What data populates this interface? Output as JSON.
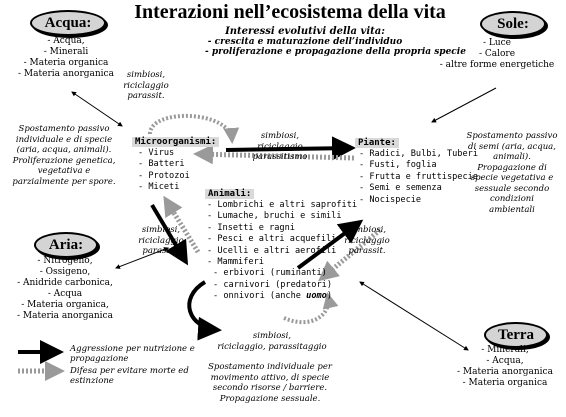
{
  "title": "Interazioni nell’ecosistema della vita",
  "subtitle": {
    "heading": "Interessi evolutivi della vita:",
    "lines": [
      "- crescita e maturazione dell’individuo",
      "- proliferazione e propagazione della propria specie"
    ]
  },
  "acqua": {
    "label": "Acqua:",
    "items": [
      "- Acqua,",
      "- Minerali",
      "- Materia organica",
      "- Materia anorganica"
    ]
  },
  "sole": {
    "label": "Sole:",
    "items": [
      "- Luce",
      "- Calore",
      "- altre forme energetiche"
    ]
  },
  "aria": {
    "label": "Aria:",
    "items": [
      "- Nitrogeno,",
      "- Ossigeno,",
      "- Anidride carbonica,",
      "- Acqua",
      "- Materia organica,",
      "- Materia anorganica"
    ]
  },
  "terra": {
    "label": "Terra",
    "items": [
      "- Minerali,",
      "- Acqua,",
      "- Materia anorganica",
      "- Materia organica"
    ]
  },
  "microrganismi": {
    "label": "Microorganismi:",
    "items": [
      "- Virus",
      "- Batteri",
      "- Protozoi",
      "- Miceti"
    ]
  },
  "piante": {
    "label": "Piante:",
    "items": [
      "- Radici, Bulbi, Tuberi",
      "- Fusti, foglia",
      "- Frutta e fruttispecie",
      "- Semi e semenza",
      "- Nocispecie"
    ]
  },
  "animali": {
    "label": "Animali:",
    "items": [
      "- Lombrichi e altri saprofiti",
      "- Lumache, bruchi e simili",
      "- Insetti e ragni",
      "- Pesci e altri acquefili",
      "- Ucelli e altri aerofili",
      "- Mammiferi",
      "- erbivori (ruminanti)",
      "- carnivori (predatori)",
      "- onnivori (anche "
    ],
    "uomo": "uomo",
    "close": ")"
  },
  "notes": {
    "simbiosi_top": [
      "simbiosi,",
      "riciclaggio",
      "parassit."
    ],
    "simbiosi_mid": [
      "simbiosi,",
      "riciclaggio",
      "parassitismo"
    ],
    "simbiosi_left": [
      "simbiosi,",
      "riciclaggio",
      "parassit."
    ],
    "simbiosi_right": [
      "simbiosi,",
      "riciclaggio",
      "parassit."
    ],
    "simbiosi_bottom": [
      "simbiosi,",
      "riciclaggio, parassitaggio"
    ],
    "passive_left": [
      "Spostamento passivo",
      "individuale e di specie",
      "(aria, acqua, animali).",
      "Proliferazione genetica,",
      "vegetativa e",
      "parzialmente per spore."
    ],
    "passive_right": [
      "Spostamento passivo",
      "di semi (aria, acqua,",
      "animali).",
      "Propagazione di",
      "specie vegetativa e",
      "sessuale secondo",
      "condizioni",
      "ambientali"
    ],
    "active_bottom": [
      "Spostamento individuale per",
      "movimento attivo, di specie",
      "secondo risorse / barriere.",
      "Propagazione sessuale."
    ]
  },
  "legend": {
    "aggressione": [
      "Aggressione per nutrizione e",
      "propagazione"
    ],
    "difesa": [
      "Difesa per evitare morte ed",
      "estinzione"
    ]
  }
}
